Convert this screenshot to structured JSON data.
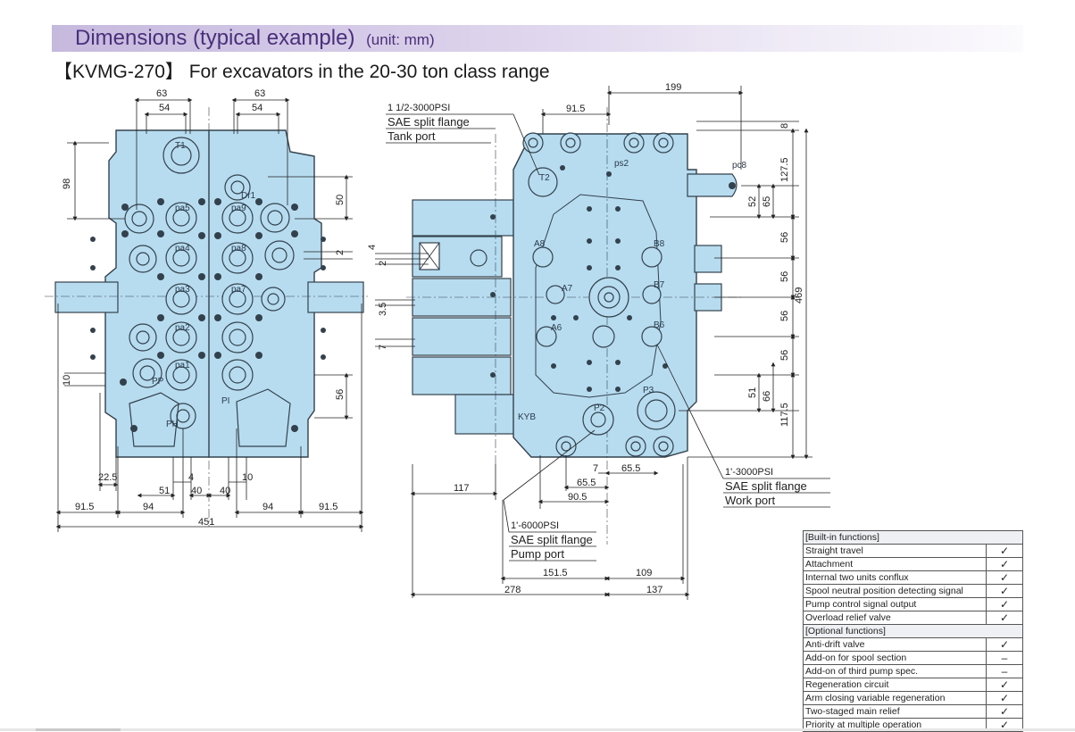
{
  "header": {
    "title": "Dimensions (typical example)",
    "unit": "(unit: mm)",
    "subtitle": "【KVMG-270】 For excavators in the 20-30 ton class range"
  },
  "colors": {
    "valve_body": "#b7dcef",
    "outline": "#33414d",
    "accent_purple": "#4a2f7a"
  },
  "left_view_dims": {
    "top_63_a": "63",
    "top_54_a": "54",
    "top_63_b": "63",
    "top_54_b": "54",
    "side_98": "98",
    "side_50": "50",
    "side_2": "2",
    "side_56": "56",
    "side_10": "10",
    "bot_22_5": "22.5",
    "bot_4": "4",
    "bot_10": "10",
    "bot_51": "51",
    "bot_40_a": "40",
    "bot_40_b": "40",
    "bot_91_5_a": "91.5",
    "bot_94_a": "94",
    "bot_94_b": "94",
    "bot_91_5_b": "91.5",
    "bot_451": "451"
  },
  "right_view_dims": {
    "top_199": "199",
    "top_91_5": "91.5",
    "side_8": "8",
    "side_127_5": "127.5",
    "side_65": "65",
    "side_52": "52",
    "side_56_a": "56",
    "side_56_b": "56",
    "side_56_c": "56",
    "side_56_d": "56",
    "side_469": "469",
    "side_51": "51",
    "side_66": "66",
    "side_117_5": "117.5",
    "left_4": "4",
    "left_2": "2",
    "left_3_5": "3.5",
    "left_7": "7",
    "bot_7": "7",
    "bot_65_5_a": "65.5",
    "bot_65_5_b": "65.5",
    "bot_90_5": "90.5",
    "bot_117": "117",
    "bot_151_5": "151.5",
    "bot_109": "109",
    "bot_278": "278",
    "bot_137": "137"
  },
  "callouts": {
    "tank": [
      "1 1/2-3000PSI",
      "SAE split flange",
      "Tank port"
    ],
    "work": [
      "1'-3000PSI",
      "SAE split flange",
      "Work port"
    ],
    "pump": [
      "1'-6000PSI",
      "SAE split flange",
      "Pump port"
    ]
  },
  "port_labels": {
    "t1": "T1",
    "dr1": "Dr1",
    "pa5": "pa5",
    "pa9": "pa9",
    "pa4": "pa4",
    "pa8": "pa8",
    "pa3": "pa3",
    "pa7": "pa7",
    "pa2": "pa2",
    "pa1": "pa1",
    "pp": "PP",
    "ph": "PH",
    "pi": "PI",
    "t2": "T2",
    "ps2": "ps2",
    "pc8": "pc8",
    "a8": "A8",
    "b8": "B8",
    "a7": "A7",
    "b7": "B7",
    "a6": "A6",
    "b6": "B6",
    "p2": "P2",
    "p3": "P3",
    "logo": "KYB"
  },
  "features": {
    "builtin_header": "[Built-in functions]",
    "builtin": [
      {
        "name": "Straight travel",
        "mark": "✓"
      },
      {
        "name": "Attachment",
        "mark": "✓"
      },
      {
        "name": "Internal two units conflux",
        "mark": "✓"
      },
      {
        "name": "Spool neutral position detecting signal",
        "mark": "✓"
      },
      {
        "name": "Pump control signal output",
        "mark": "✓"
      },
      {
        "name": "Overload relief valve",
        "mark": "✓"
      }
    ],
    "optional_header": "[Optional functions]",
    "optional": [
      {
        "name": "Anti-drift valve",
        "mark": "✓"
      },
      {
        "name": "Add-on for spool section",
        "mark": "–"
      },
      {
        "name": "Add-on of third pump spec.",
        "mark": "–"
      },
      {
        "name": "Regeneration circuit",
        "mark": "✓"
      },
      {
        "name": "Arm closing variable regeneration",
        "mark": "✓"
      },
      {
        "name": "Two-staged main relief",
        "mark": "✓"
      },
      {
        "name": "Priority at multiple operation",
        "mark": "✓"
      }
    ]
  }
}
